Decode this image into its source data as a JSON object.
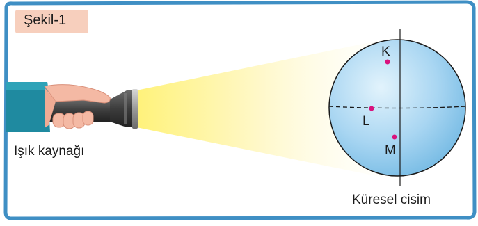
{
  "figure_label": "Şekil-1",
  "light_source_label": "Işık kaynağı",
  "object_label": "Küresel cisim",
  "points": [
    {
      "name": "K"
    },
    {
      "name": "L"
    },
    {
      "name": "M"
    }
  ],
  "colors": {
    "frame_border": "#3f8fc4",
    "label_bg": "#f7cfbd",
    "sphere_fill": "#a9d6f2",
    "light_beam": "#fff29a",
    "point_dot": "#d9127d",
    "sleeve": "#1f8aa0",
    "flashlight_body": "#4a4a4a"
  }
}
